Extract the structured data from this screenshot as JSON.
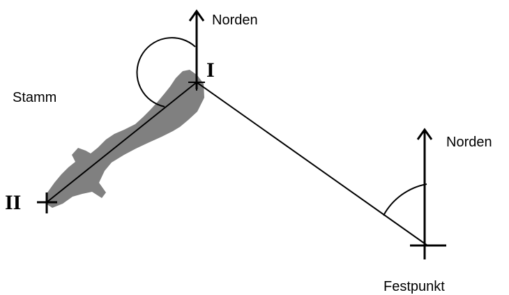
{
  "labels": {
    "north_top": "Norden",
    "north_right": "Norden",
    "trunk": "Stamm",
    "fixed_point": "Festpunkt",
    "point_one": "I",
    "point_two": "II"
  },
  "colors": {
    "line": "#000000",
    "trunk_fill": "#808080",
    "background": "#ffffff"
  }
}
